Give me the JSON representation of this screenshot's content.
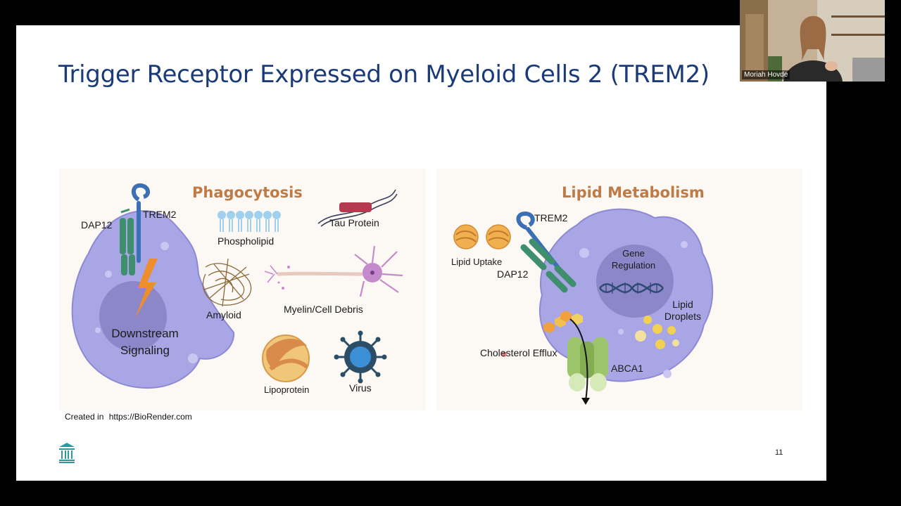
{
  "slide": {
    "title": "Trigger Receptor Expressed on Myeloid Cells 2 (TREM2)",
    "page_number": "11",
    "credit": {
      "prefix": "Created in",
      "url": "https://BioRender.com"
    }
  },
  "phagocytosis": {
    "heading": "Phagocytosis",
    "labels": {
      "dap12": "DAP12",
      "trem2": "TREM2",
      "phospholipid": "Phospholipid",
      "tau": "Tau Protein",
      "amyloid": "Amyloid",
      "myelin": "Myelin/Cell Debris",
      "lipoprotein": "Lipoprotein",
      "virus": "Virus",
      "downstream": "Downstream",
      "signaling": "Signaling"
    }
  },
  "lipid": {
    "heading": "Lipid Metabolism",
    "labels": {
      "trem2": "TREM2",
      "uptake": "Lipid Uptake",
      "dap12": "DAP12",
      "gene": "Gene",
      "regulation": "Regulation",
      "lipid": "Lipid",
      "droplets": "Droplets",
      "efflux": "Cholesterol Efflux",
      "abca1": "ABCA1"
    }
  },
  "video": {
    "participant_name": "Moriah Hovde"
  },
  "colors": {
    "title": "#1a3a78",
    "heading": "#c07a45",
    "cell": "#a9a6e6",
    "nucleus": "#8c87c8",
    "trem2": "#3b6fb6",
    "dap12": "#3f8f6e"
  }
}
